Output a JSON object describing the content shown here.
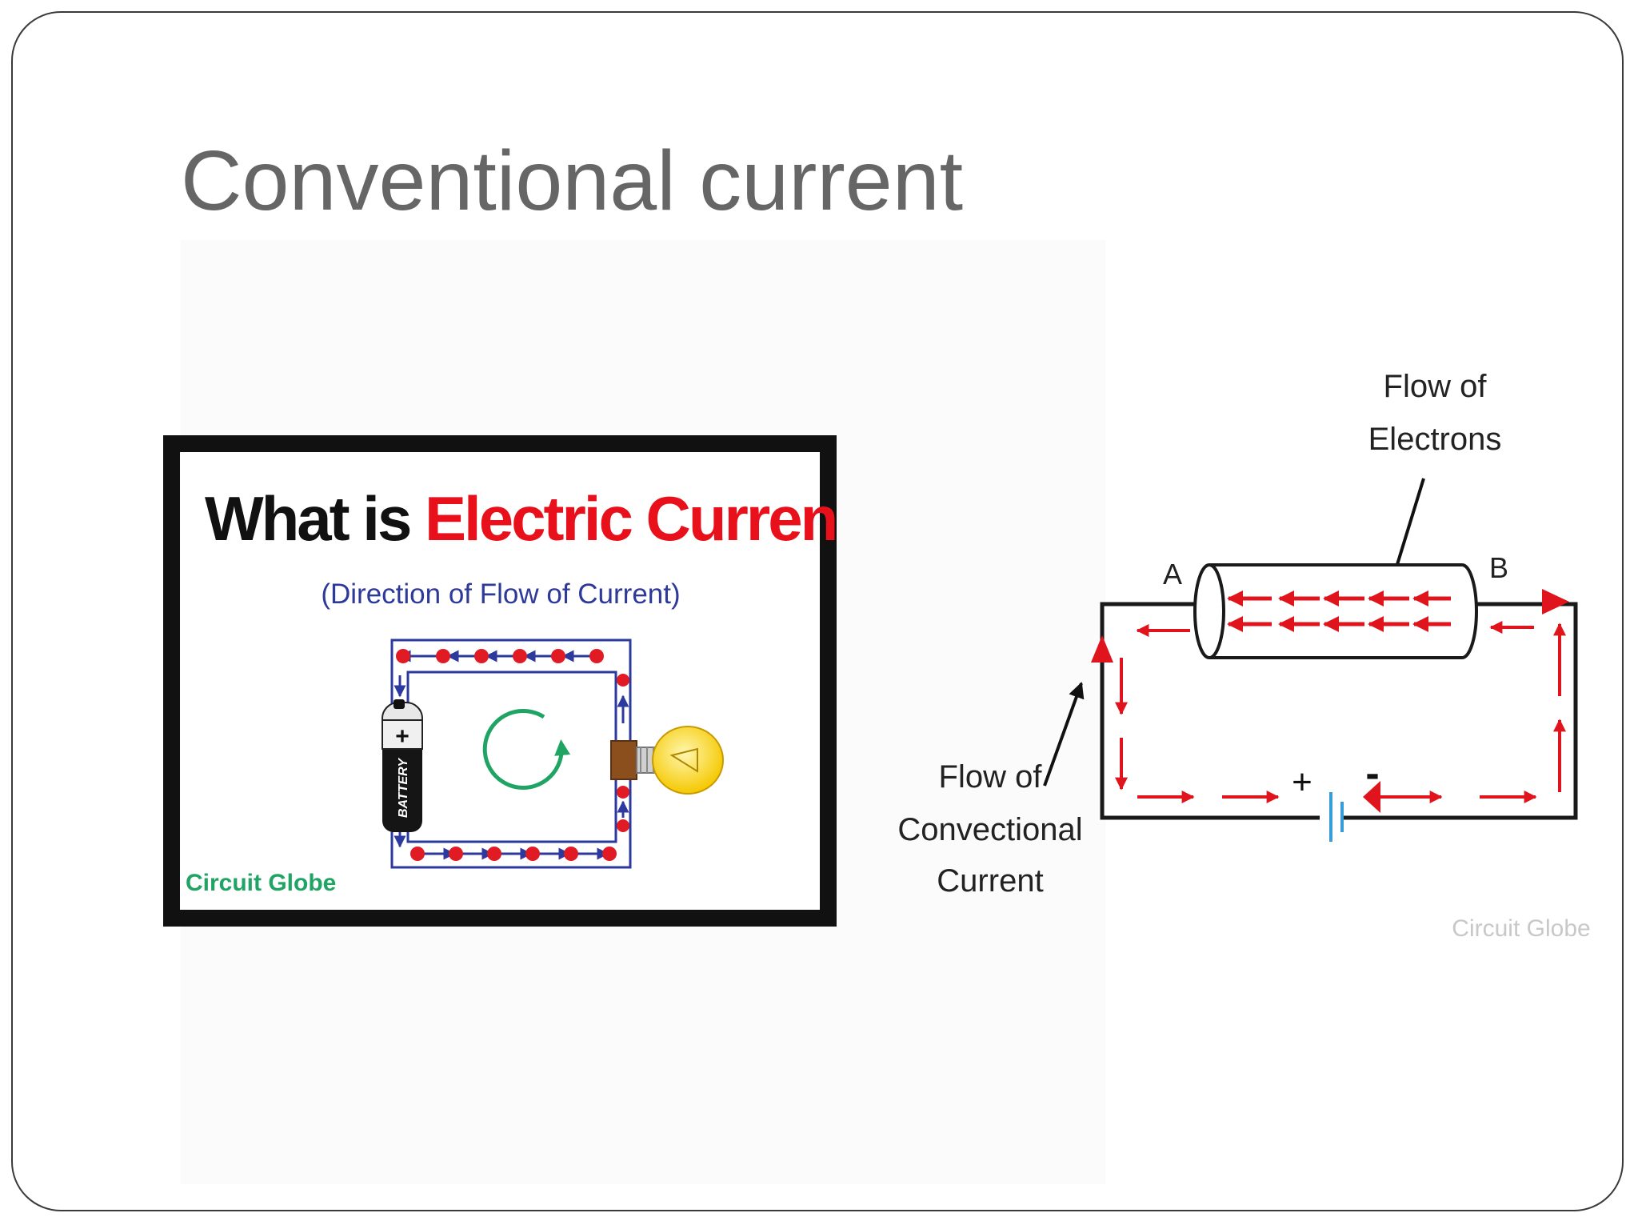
{
  "slide": {
    "title": "Conventional current"
  },
  "left_figure": {
    "heading_prefix": "What is ",
    "heading_highlight": "Electric Current",
    "heading_suffix": "?",
    "subtitle": "(Direction of Flow of Current)",
    "battery_label": "BATTERY",
    "battery_plus": "+",
    "credit": "Circuit Globe",
    "colors": {
      "frame": "#111111",
      "highlight": "#e8101a",
      "subtitle": "#2e3a9a",
      "wire": "#2c3aa0",
      "electron": "#e01b24",
      "rotation_arrow": "#1fa463",
      "credit": "#1fa463",
      "bulb": "#ffe34d"
    }
  },
  "right_figure": {
    "label_electrons_line1": "Flow of",
    "label_electrons_line2": "Electrons",
    "label_a": "A",
    "label_b": "B",
    "label_conv_line1": "Flow of",
    "label_conv_line2": "Convectional",
    "label_conv_line3": "Current",
    "plus": "+",
    "minus": "-",
    "credit": "Circuit Globe",
    "colors": {
      "wire": "#1a1a1a",
      "arrow": "#e0141c",
      "cell": "#3a9bd9",
      "credit": "#c8c8c8"
    }
  }
}
